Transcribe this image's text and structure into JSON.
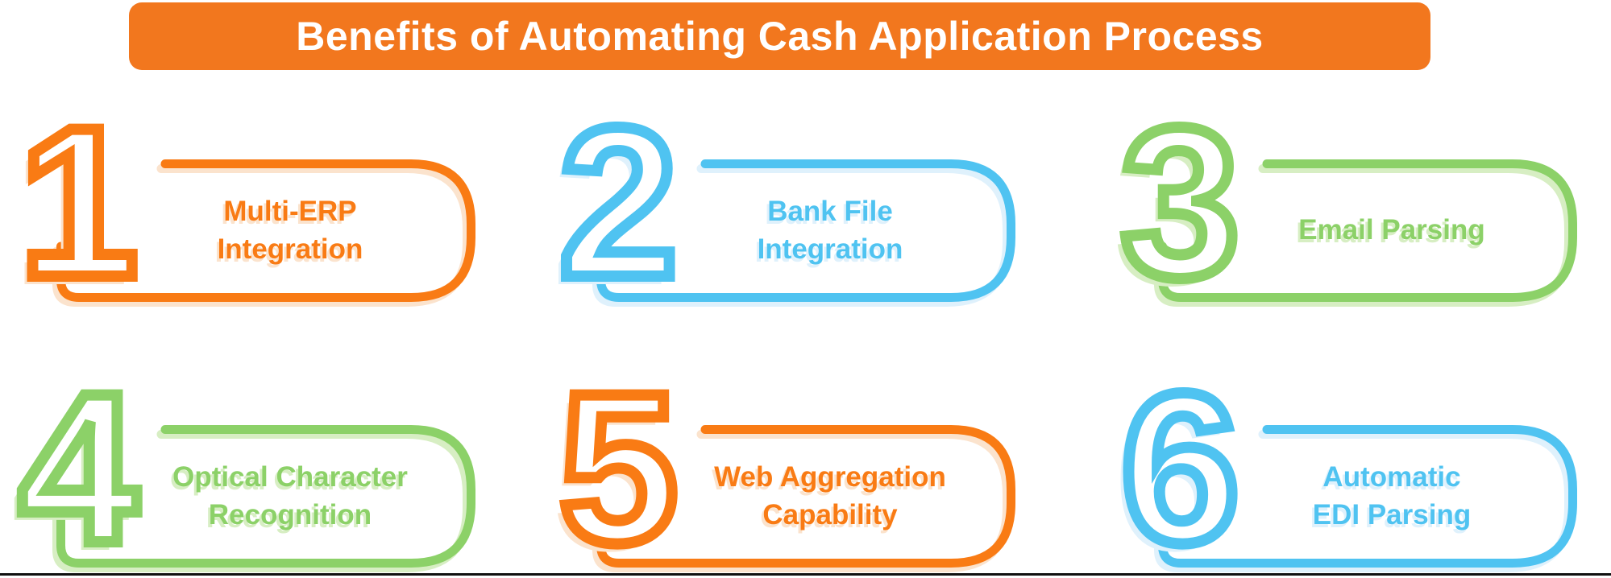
{
  "title": "Benefits of Automating Cash Application Process",
  "colors": {
    "banner": "#F2771E",
    "divider": "#101010",
    "orange": {
      "main": "#F97B14",
      "shadow": "#FBE3CD"
    },
    "blue": {
      "main": "#4FC3F1",
      "shadow": "#DFF1FC"
    },
    "green": {
      "main": "#8CD168",
      "shadow": "#D7EEC3"
    }
  },
  "items": [
    {
      "number": "1",
      "label": "Multi-ERP\nIntegration",
      "color": "orange"
    },
    {
      "number": "2",
      "label": "Bank File\nIntegration",
      "color": "blue"
    },
    {
      "number": "3",
      "label": "Email Parsing",
      "color": "green"
    },
    {
      "number": "4",
      "label": "Optical Character\nRecognition",
      "color": "green"
    },
    {
      "number": "5",
      "label": "Web Aggregation\nCapability",
      "color": "orange"
    },
    {
      "number": "6",
      "label": "Automatic\nEDI Parsing",
      "color": "blue"
    }
  ]
}
